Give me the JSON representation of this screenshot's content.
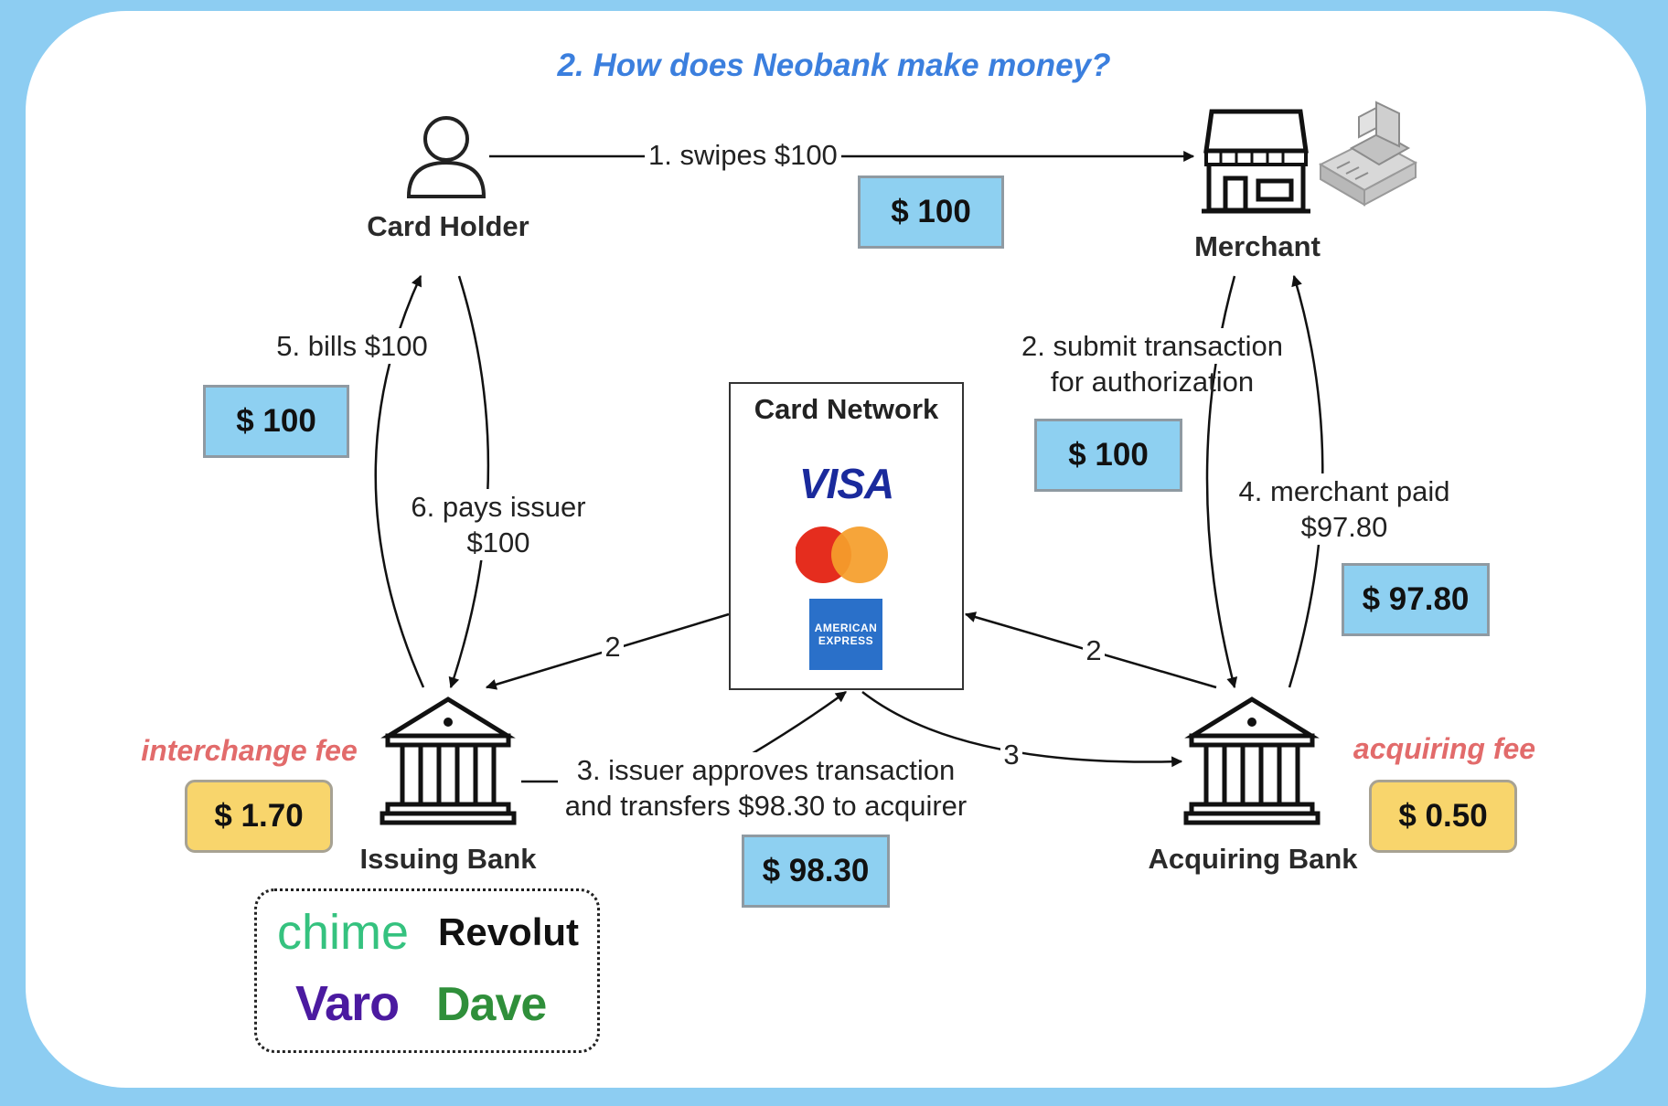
{
  "title": "2. How does Neobank make money?",
  "nodes": {
    "card_holder": "Card Holder",
    "merchant": "Merchant",
    "issuing_bank": "Issuing Bank",
    "acquiring_bank": "Acquiring Bank",
    "card_network": "Card Network"
  },
  "edges": {
    "swipes": "1. swipes $100",
    "submit_line1": "2. submit transaction",
    "submit_line2": "for authorization",
    "merchant_paid_line1": "4. merchant paid",
    "merchant_paid_line2": "$97.80",
    "bills": "5. bills $100",
    "pays_issuer_line1": "6. pays issuer",
    "pays_issuer_line2": "$100",
    "issuer_approves_line1": "3. issuer approves transaction",
    "issuer_approves_line2": "and transfers $98.30 to acquirer",
    "step2_left": "2",
    "step2_right": "2",
    "step3": "3"
  },
  "amounts": {
    "swipe": "$ 100",
    "bills": "$ 100",
    "submit": "$ 100",
    "merchant_paid": "$ 97.80",
    "transfer": "$ 98.30"
  },
  "fees": {
    "interchange_label": "interchange fee",
    "interchange_value": "$ 1.70",
    "acquiring_label": "acquiring fee",
    "acquiring_value": "$ 0.50"
  },
  "networks": {
    "visa": "VISA",
    "amex_line1": "AMERICAN",
    "amex_line2": "EXPRESS"
  },
  "neobanks": [
    "chime",
    "Revolut",
    "Varo",
    "Dave"
  ],
  "colors": {
    "background": "#8dcdf2",
    "title": "#3b7fde",
    "amount_box": "#8ed0f1",
    "fee_box": "#f8d56c",
    "fee_label": "#e26b6b",
    "chime": "#35c27f",
    "varo": "#4b1aa0",
    "dave": "#2f8f3a",
    "mastercard_red": "#e52d1e",
    "mastercard_orange": "#f59e2b"
  },
  "icons": [
    "person-icon",
    "store-icon",
    "cash-register-icon",
    "bank-icon",
    "visa-logo",
    "mastercard-logo",
    "amex-logo"
  ]
}
